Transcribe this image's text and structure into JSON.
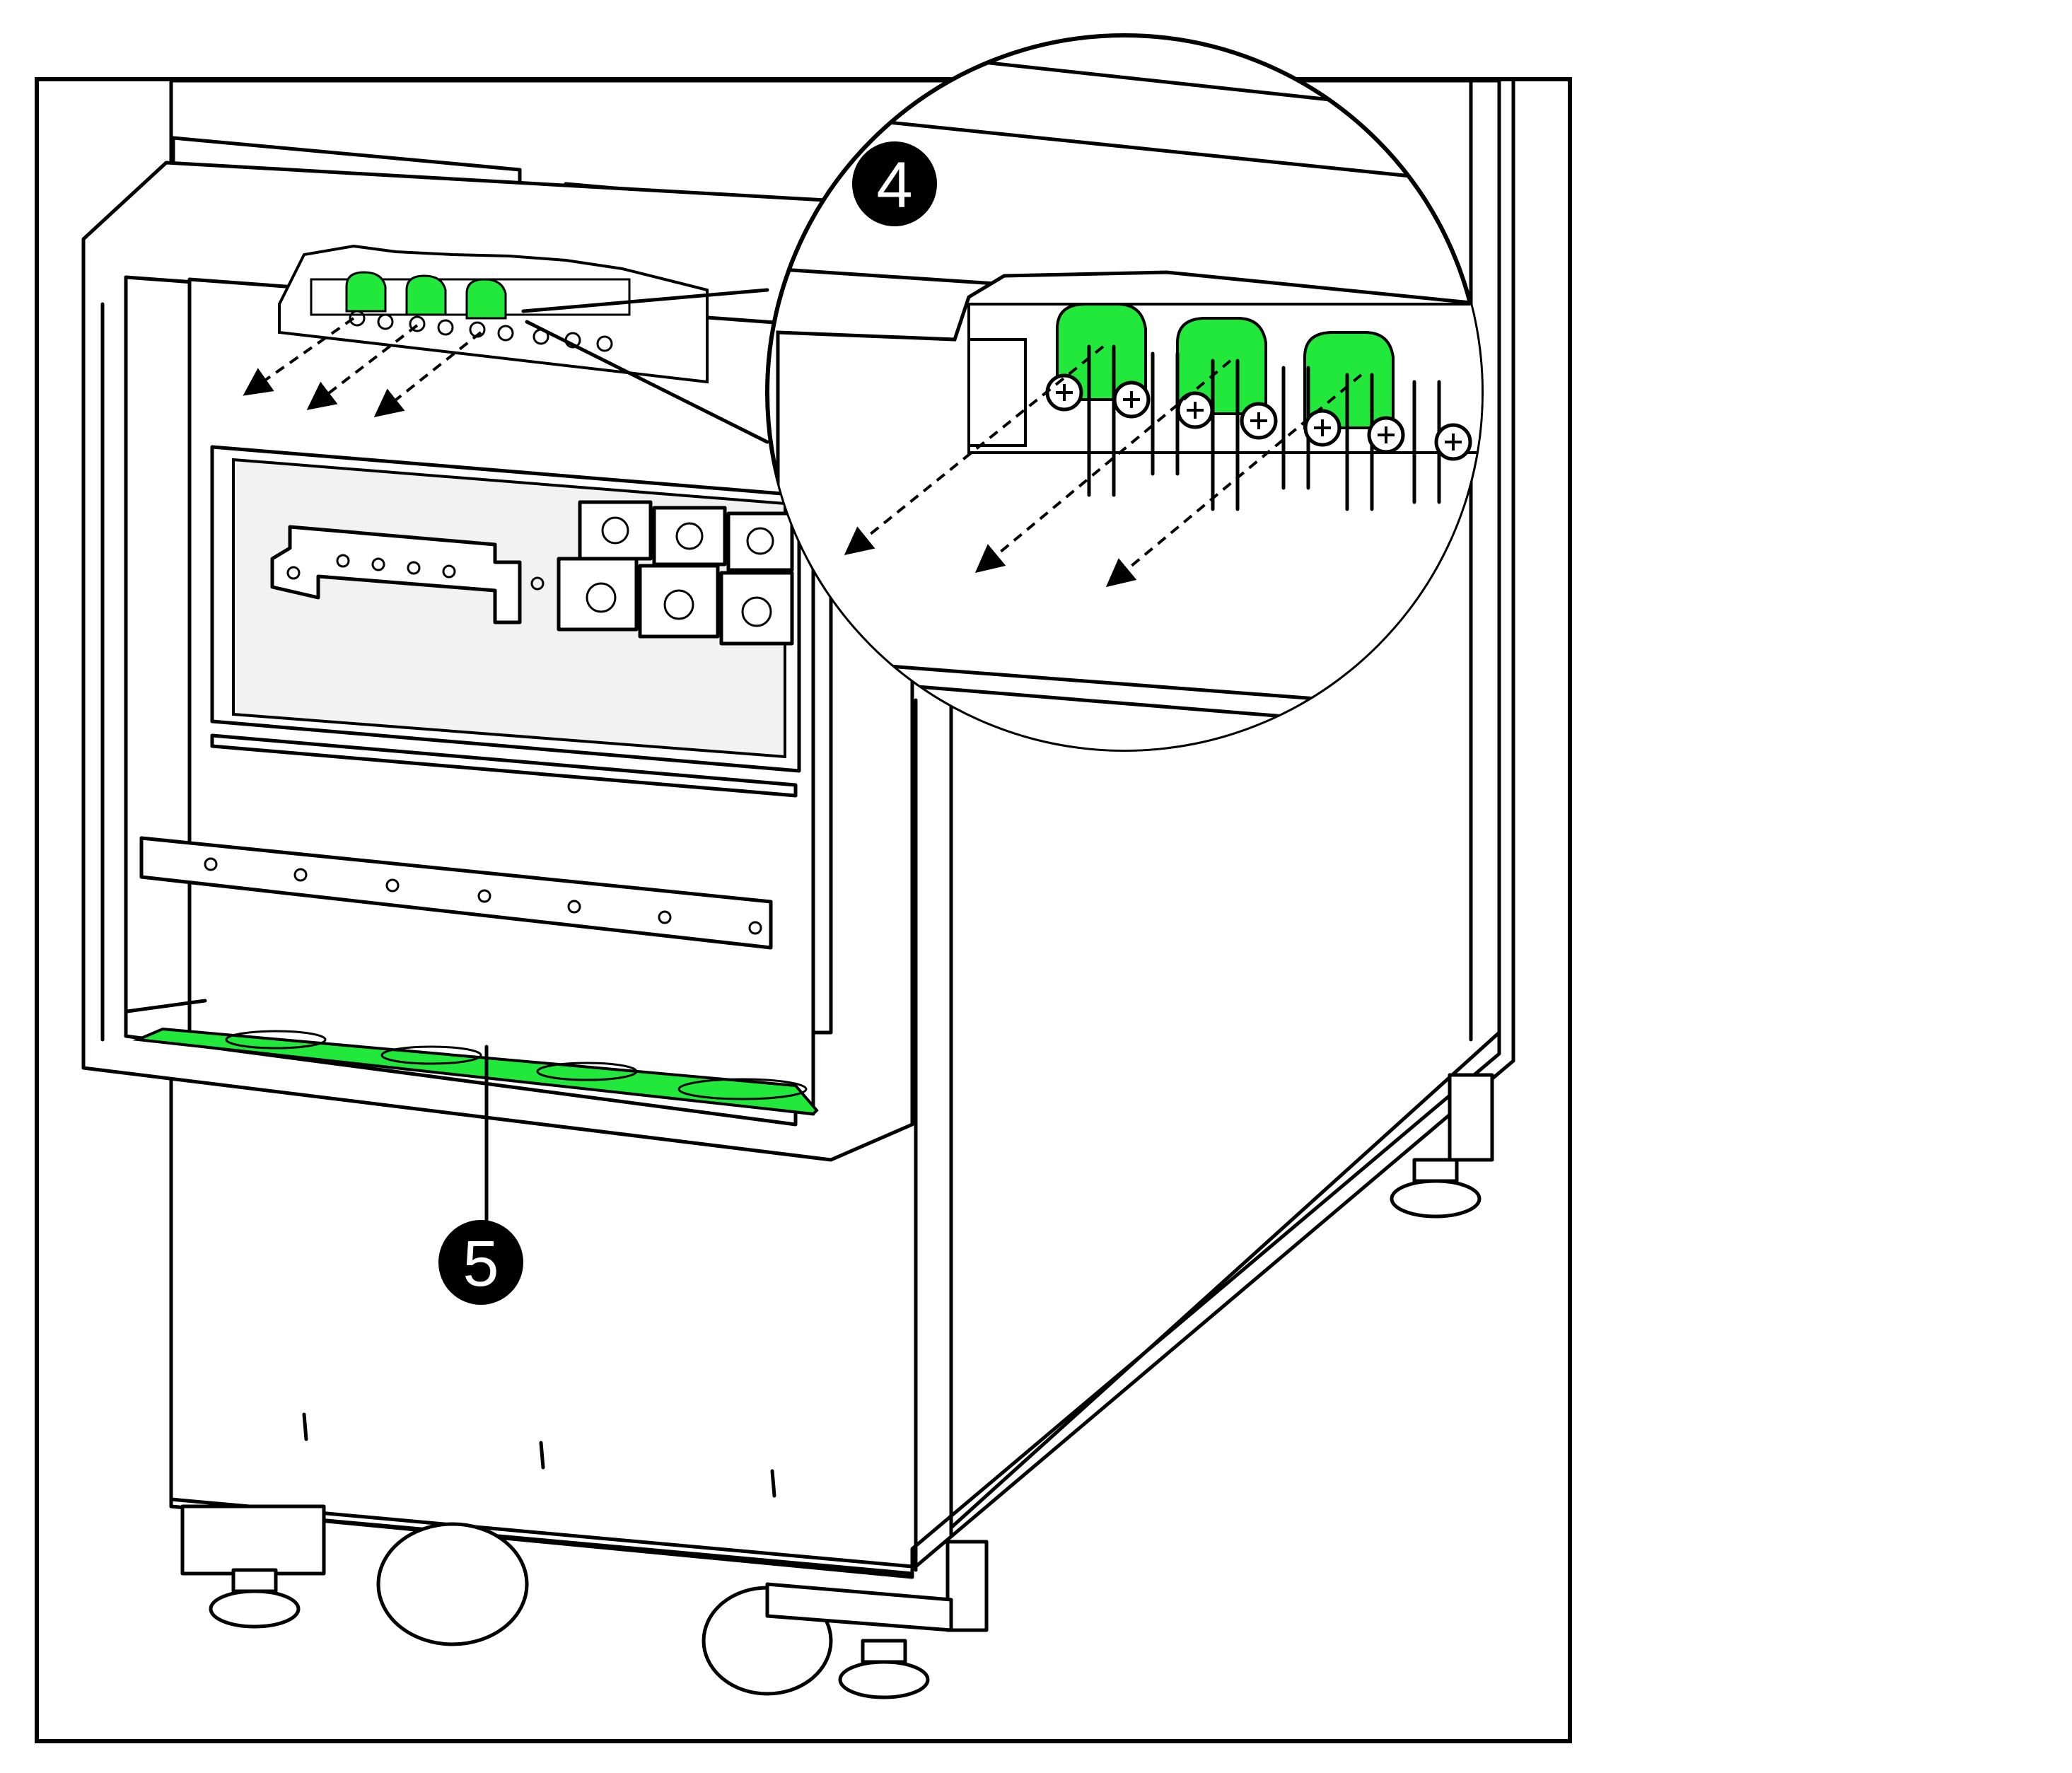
{
  "figure": {
    "callouts": [
      {
        "id": "callout-4",
        "label": "4"
      },
      {
        "id": "callout-5",
        "label": "5"
      }
    ],
    "colors": {
      "highlight": "#22e83b",
      "line": "#000000",
      "background": "#ffffff"
    }
  }
}
